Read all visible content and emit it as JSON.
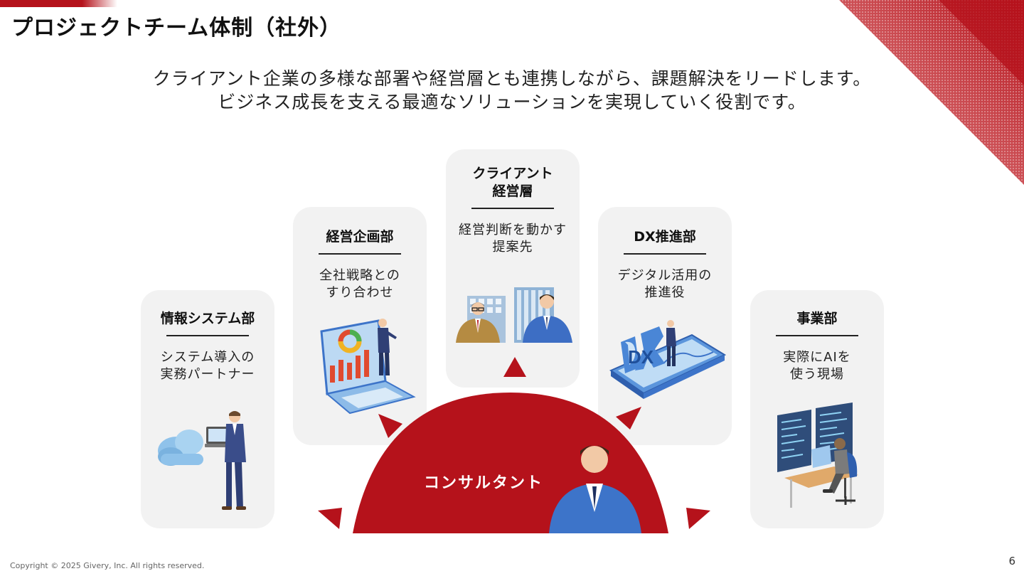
{
  "title": "プロジェクトチーム体制（社外）",
  "subtitle": {
    "line1": "クライアント企業の多様な部署や経営層とも連携しながら、課題解決をリードします。",
    "line2": "ビジネス成長を支える最適なソリューションを実現していく役割です。"
  },
  "cards": {
    "info_system": {
      "title": "情報システム部",
      "desc1": "システム導入の",
      "desc2": "実務パートナー"
    },
    "planning": {
      "title": "経営企画部",
      "desc1": "全社戦略との",
      "desc2": "すり合わせ"
    },
    "executive": {
      "title1": "クライアント",
      "title2": "経営層",
      "desc1": "経営判断を動かす",
      "desc2": "提案先"
    },
    "dx": {
      "title": "DX推進部",
      "desc1": "デジタル活用の",
      "desc2": "推進役"
    },
    "business": {
      "title": "事業部",
      "desc1": "実際にAIを",
      "desc2": "使う現場"
    }
  },
  "center": {
    "label": "コンサルタント"
  },
  "illustrations": {
    "dx_block_text": "DX"
  },
  "colors": {
    "accent": "#b5121b",
    "card_bg": "#f2f2f2",
    "illustration_blue": "#3d74c9"
  },
  "footer": {
    "copyright": "Copyright © 2025 Givery, Inc. All rights reserved.",
    "page_number": "6"
  }
}
